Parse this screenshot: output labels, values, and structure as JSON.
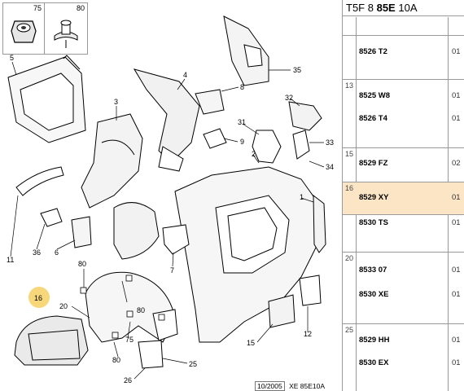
{
  "header": {
    "prefix": "T5F 8",
    "code": "85E",
    "suffix": "10A"
  },
  "thumbnails": [
    {
      "num": "75"
    },
    {
      "num": "80"
    }
  ],
  "callouts": {
    "c5": "5",
    "c3": "3",
    "c4": "4",
    "c8": "8",
    "c35": "35",
    "c32": "32",
    "c31": "31",
    "c9": "9",
    "c2": "2",
    "c33": "33",
    "c34": "34",
    "c1": "1",
    "c11": "11",
    "c36": "36",
    "c6": "6",
    "c7": "7",
    "c80a": "80",
    "c16": "16",
    "c20": "20",
    "c80b": "80",
    "c75": "75",
    "c80c": "80",
    "c26": "26",
    "c25": "25",
    "c15": "15",
    "c12": "12"
  },
  "footer": {
    "date": "10/2005",
    "ref": "XE 85E10A"
  },
  "parts": [
    {
      "group": "",
      "rows": [
        {
          "ref": "8526 T2",
          "qty": "01"
        }
      ],
      "selected": false
    },
    {
      "group": "13",
      "rows": [
        {
          "ref": "8525 W8",
          "qty": "01"
        },
        {
          "ref": "8526 T4",
          "qty": "01"
        }
      ],
      "selected": false
    },
    {
      "group": "15",
      "rows": [
        {
          "ref": "8529 FZ",
          "qty": "02"
        }
      ],
      "selected": false
    },
    {
      "group": "16",
      "rows": [
        {
          "ref": "8529 XY",
          "qty": "01"
        },
        {
          "ref": "8530 TS",
          "qty": "01"
        }
      ],
      "selected": true
    },
    {
      "group": "20",
      "rows": [
        {
          "ref": "8533 07",
          "qty": "01"
        },
        {
          "ref": "8530 XE",
          "qty": "01"
        }
      ],
      "selected": false
    },
    {
      "group": "25",
      "rows": [
        {
          "ref": "8529 HH",
          "qty": "01"
        },
        {
          "ref": "8530 EX",
          "qty": "01"
        }
      ],
      "selected": false
    }
  ],
  "colors": {
    "highlight": "#fbe5c4",
    "marker": "#f6d77a",
    "line": "#000000"
  }
}
